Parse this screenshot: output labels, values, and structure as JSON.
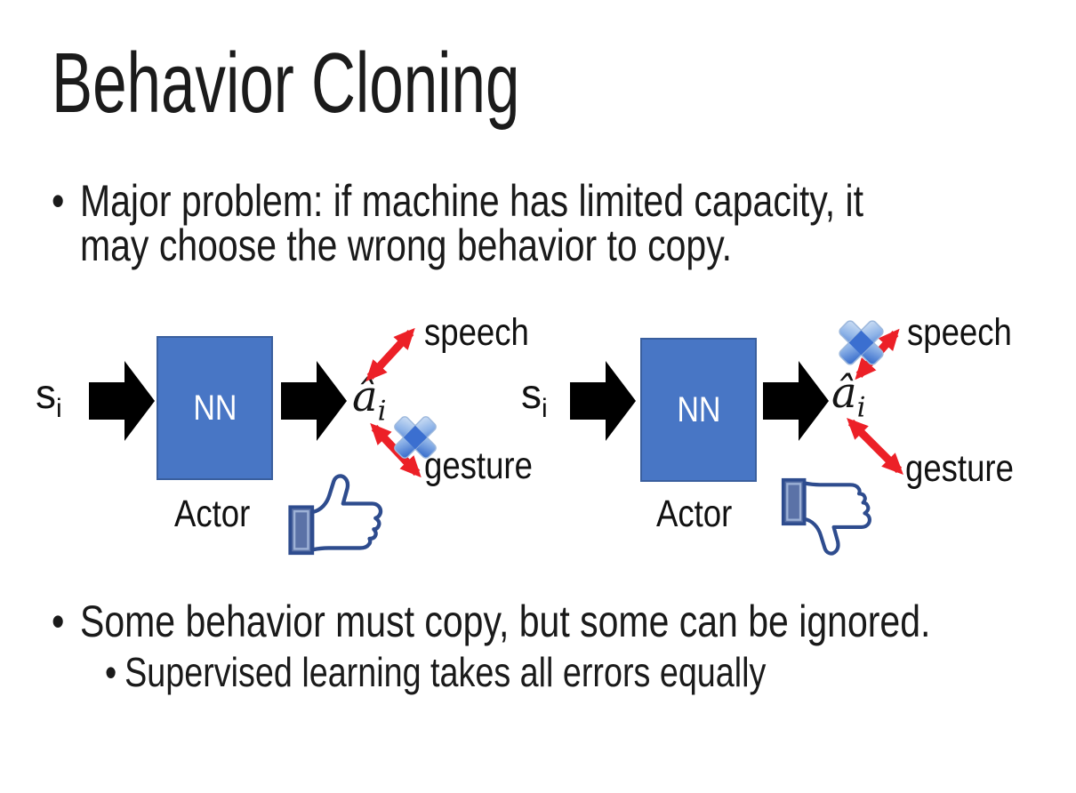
{
  "slide": {
    "title": "Behavior Cloning",
    "bullet_glyph": "•",
    "bullet1_line1": "Major problem: if machine has limited capacity, it",
    "bullet1_line2": "may choose the wrong behavior to copy.",
    "bullet2": "Some behavior must copy, but some can be ignored.",
    "sub_bullet": "Supervised learning takes all errors equally"
  },
  "diagram_left": {
    "input_label": "s",
    "input_sub": "i",
    "nn_label": "NN",
    "actor_label": "Actor",
    "output_label": "â",
    "output_sub": "i",
    "speech_label": "speech",
    "gesture_label": "gesture",
    "feedback_icon": "thumbs-up",
    "crossed_out_action": "gesture"
  },
  "diagram_right": {
    "input_label": "s",
    "input_sub": "i",
    "nn_label": "NN",
    "actor_label": "Actor",
    "output_label": "â",
    "output_sub": "i",
    "speech_label": "speech",
    "gesture_label": "gesture",
    "feedback_icon": "thumbs-down",
    "crossed_out_action": "speech"
  },
  "colors": {
    "nn_box_fill": "#4876c5",
    "nn_box_border": "#3a5f9e",
    "block_arrow": "#000000",
    "red_arrow": "#ec2027",
    "cross_blue_dark": "#3b6fd0",
    "cross_blue_light": "#cfe0f5",
    "thumb_outline": "#2e4c8e",
    "thumb_cuff": "#5b72a7",
    "text": "#1a1a1a",
    "background": "#ffffff"
  }
}
